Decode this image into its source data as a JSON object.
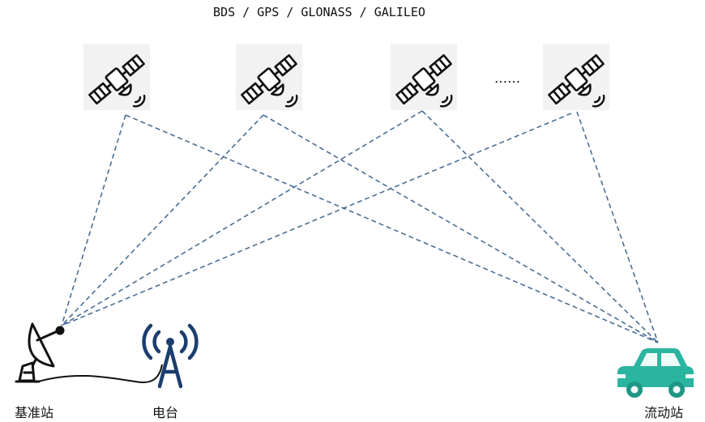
{
  "header": {
    "constellations": "BDS / GPS / GLONASS / GALILEO"
  },
  "satellites": [
    {
      "icon": "satellite-icon"
    },
    {
      "icon": "satellite-icon"
    },
    {
      "icon": "satellite-icon"
    },
    {
      "icon": "satellite-icon"
    }
  ],
  "ellipsis": "……",
  "ground": {
    "base_station": {
      "label": "基准站",
      "icon": "satellite-dish-icon"
    },
    "radio": {
      "label": "电台",
      "icon": "radio-tower-icon"
    },
    "rover": {
      "label": "流动站",
      "icon": "car-icon"
    }
  },
  "colors": {
    "link_line": "#4a6f96",
    "icon_dark": "#111111",
    "tower": "#1b3e6e",
    "car_body": "#2bb5a0",
    "tile_bg": "#f2f2f2"
  }
}
